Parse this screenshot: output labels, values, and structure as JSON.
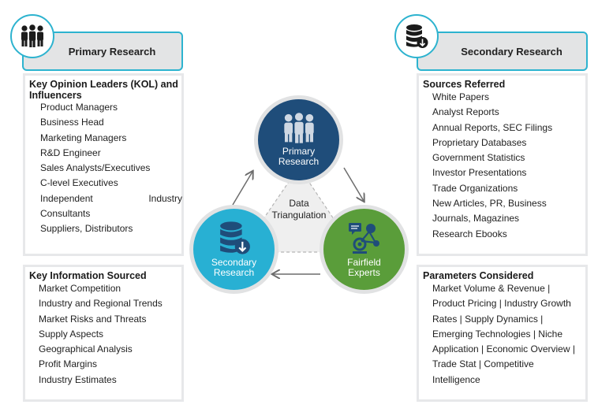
{
  "primary": {
    "header": "Primary Research",
    "icon": "people-group-icon",
    "kol_title": "Key Opinion Leaders (KOL) and Influencers",
    "kol_items": [
      "Product Managers",
      "Business Head",
      "Marketing Managers",
      "R&D Engineer",
      "Sales Analysts/Executives",
      "C-level Executives",
      "Independent",
      "Industry",
      "Consultants",
      "Suppliers, Distributors"
    ],
    "info_title": "Key Information Sourced",
    "info_items": [
      "Market Competition",
      "Industry and Regional Trends",
      "Market Risks and Threats",
      "Supply Aspects",
      "Geographical Analysis",
      "Profit Margins",
      "Industry Estimates"
    ]
  },
  "secondary": {
    "header": "Secondary Research",
    "icon": "database-download-icon",
    "sources_title": "Sources Referred",
    "sources_items": [
      "White Papers",
      "Analyst Reports",
      "Annual Reports, SEC Filings",
      "Proprietary Databases",
      "Government Statistics",
      "Investor Presentations",
      "Trade Organizations",
      "New Articles, PR, Business",
      "Journals, Magazines",
      "Research Ebooks"
    ],
    "params_title": "Parameters Considered",
    "params_lines": [
      "Market Volume & Revenue |",
      "Product Pricing | Industry Growth",
      "Rates | Supply Dynamics |",
      "Emerging Technologies | Niche",
      "Application | Economic Overview |",
      "Trade Stat | Competitive",
      "Intelligence"
    ]
  },
  "triangulation": {
    "center_line1": "Data",
    "center_line2": "Triangulation",
    "primary_line1": "Primary",
    "primary_line2": "Research",
    "secondary_line1": "Secondary",
    "secondary_line2": "Research",
    "experts_line1": "Fairfield",
    "experts_line2": "Experts"
  },
  "colors": {
    "accent": "#2db3cf",
    "primary_circle": "#1f4d7a",
    "secondary_circle": "#28b0d3",
    "experts_circle": "#5a9d3a",
    "tab_fill": "#e3e4e5"
  }
}
